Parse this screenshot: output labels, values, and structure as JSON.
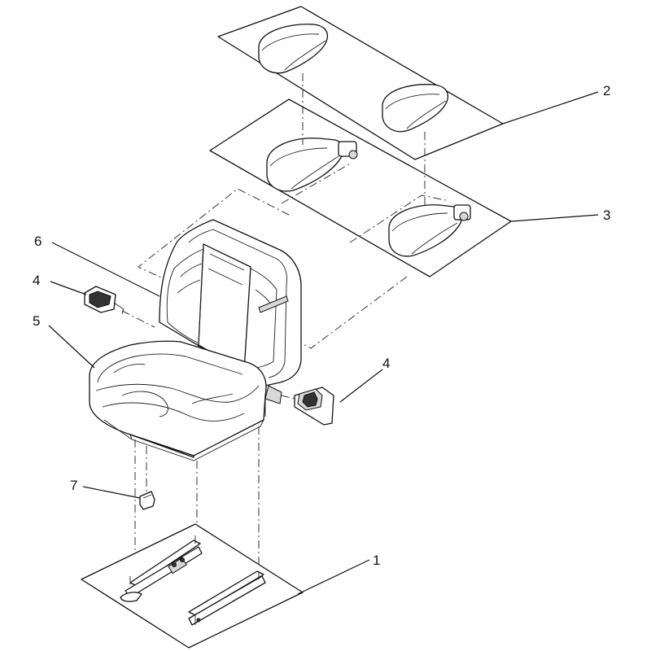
{
  "callouts": [
    {
      "id": "c2",
      "label": "2"
    },
    {
      "id": "c3",
      "label": "3"
    },
    {
      "id": "c6",
      "label": "6"
    },
    {
      "id": "c4a",
      "label": "4"
    },
    {
      "id": "c5",
      "label": "5"
    },
    {
      "id": "c4b",
      "label": "4"
    },
    {
      "id": "c7",
      "label": "7"
    },
    {
      "id": "c1",
      "label": "1"
    }
  ]
}
